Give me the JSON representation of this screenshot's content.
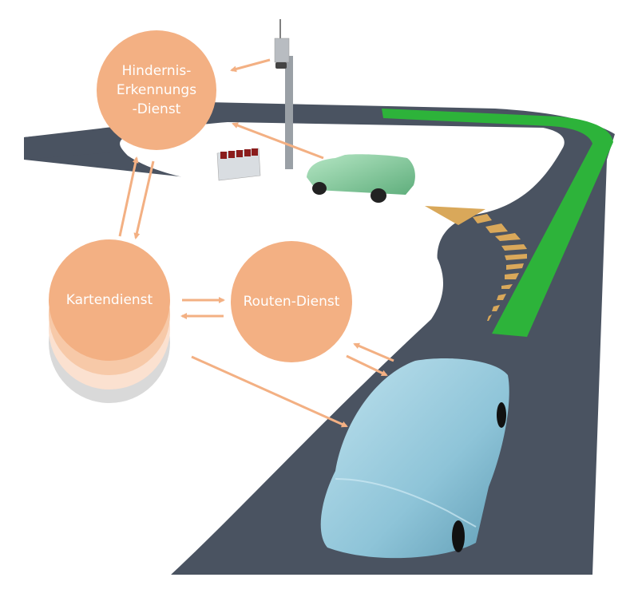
{
  "diagram": {
    "nodes": [
      {
        "id": "obstacle",
        "label": "Hindernis-\nErkennungs\n-Dienst"
      },
      {
        "id": "map",
        "label": "Kartendienst"
      },
      {
        "id": "route",
        "label": "Routen-Dienst"
      }
    ],
    "edges": [
      {
        "from": "camera",
        "to": "obstacle"
      },
      {
        "from": "green-car",
        "to": "obstacle"
      },
      {
        "from": "map",
        "to": "obstacle"
      },
      {
        "from": "obstacle",
        "to": "map"
      },
      {
        "from": "map",
        "to": "route"
      },
      {
        "from": "route",
        "to": "map"
      },
      {
        "from": "blue-car",
        "to": "route"
      },
      {
        "from": "route",
        "to": "blue-car"
      },
      {
        "from": "map",
        "to": "blue-car"
      }
    ],
    "scene_objects": [
      "road",
      "camera-pole",
      "road-barrier",
      "green-car",
      "blue-car",
      "green-route-line",
      "yellow-turn-arrow"
    ],
    "colors": {
      "node": "#f3b083",
      "arrow": "#f3b083",
      "road": "#4a5361",
      "route_line": "#2db33a",
      "turn_arrow": "#d9a85a",
      "green_car": "#7fcb98",
      "blue_car": "#8ec4d8"
    }
  }
}
